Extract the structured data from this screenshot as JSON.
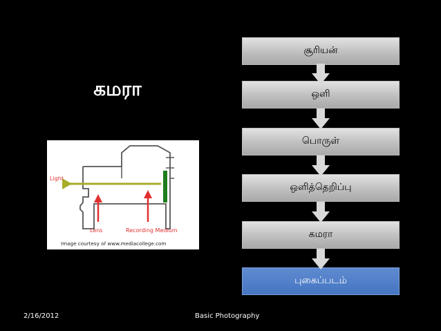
{
  "slide": {
    "title": "கமரா",
    "date": "2/16/2012",
    "footer_text": "Basic Photography"
  },
  "illustration": {
    "light_label": "Light",
    "lens_label": "Lens",
    "recording_label": "Recording Medium",
    "credit": "Image courtesy of www.mediacollege.com"
  },
  "flow": {
    "steps": [
      "சூரியன்",
      "ஒளி",
      "பொருள்",
      "ஒளித்தெறிப்பு",
      "கமரா",
      "புகைப்படம்"
    ],
    "colors": {
      "box": "#c7c7c7",
      "final": "#4f7fc8",
      "arrow": "#d9d9d9"
    }
  }
}
